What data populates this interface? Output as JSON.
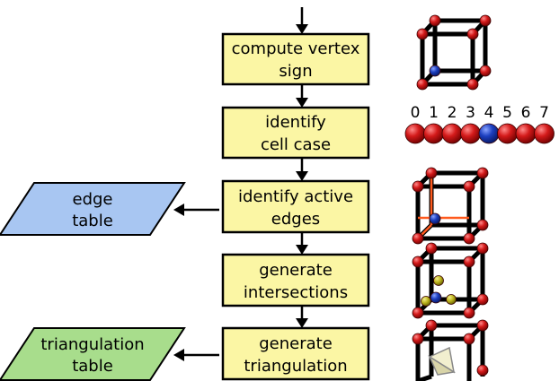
{
  "colors": {
    "process_box": "#fbf6a4",
    "edge_table_parallelogram": "#a8c6f2",
    "triangulation_table_parallelogram": "#a8dd8c",
    "vertex_outside": "#d41a1a",
    "vertex_inside": "#1c3fc0",
    "active_edge": "#ff5a1e",
    "intersection_point": "#bcb41e",
    "triangle_fill": "#f2efcf"
  },
  "steps": [
    {
      "line1": "compute vertex",
      "line2": "sign"
    },
    {
      "line1": "identify",
      "line2": "cell case"
    },
    {
      "line1": "identify active",
      "line2": "edges"
    },
    {
      "line1": "generate",
      "line2": "intersections"
    },
    {
      "line1": "generate",
      "line2": "triangulation"
    }
  ],
  "tables": [
    {
      "line1": "edge",
      "line2": "table"
    },
    {
      "line1": "triangulation",
      "line2": "table"
    }
  ],
  "case_bits": [
    "0",
    "1",
    "2",
    "3",
    "4",
    "5",
    "6",
    "7"
  ],
  "inside_vertex_index": 4
}
